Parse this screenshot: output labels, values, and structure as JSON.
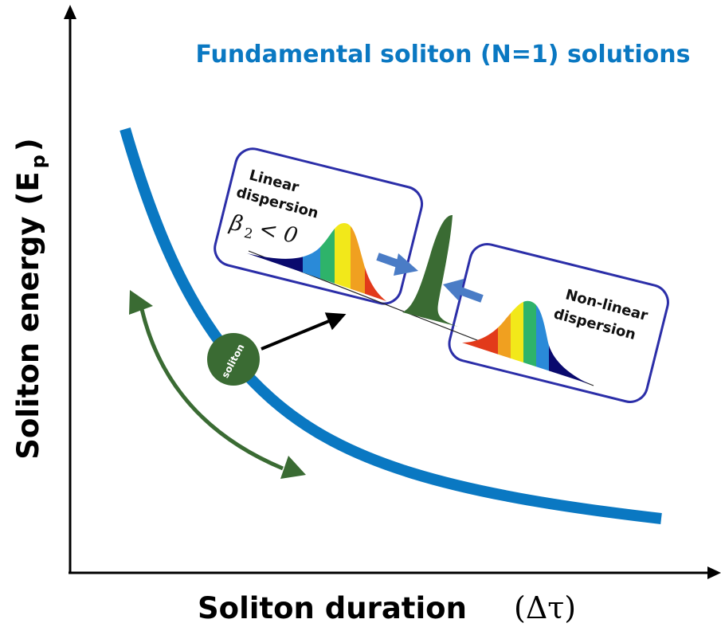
{
  "title": "Fundamental soliton (N=1) solutions",
  "x_axis": {
    "label": "Soliton duration",
    "symbol": "(Δτ)"
  },
  "y_axis": {
    "label": "Soliton energy",
    "symbol_main": "(E",
    "symbol_sub": "p",
    "symbol_close": ")"
  },
  "linear_box": {
    "line1": "Linear",
    "line2": "dispersion",
    "beta_symbol": "β",
    "beta_sub": "2",
    "beta_rel": "< 0"
  },
  "nonlinear_box": {
    "line1": "Non-linear",
    "line2": "dispersion"
  },
  "soliton_marker": "soliton",
  "colors": {
    "curve": "#0a78c2",
    "title": "#0a78c2",
    "box_border": "#2b2ea8",
    "soliton_green": "#3a6b33",
    "arrow_blue": "#4a7cc6",
    "spectrum": [
      "#0a0a6e",
      "#2a8ad8",
      "#2eb36a",
      "#f2e81a",
      "#f0a020",
      "#e23a1a"
    ]
  }
}
